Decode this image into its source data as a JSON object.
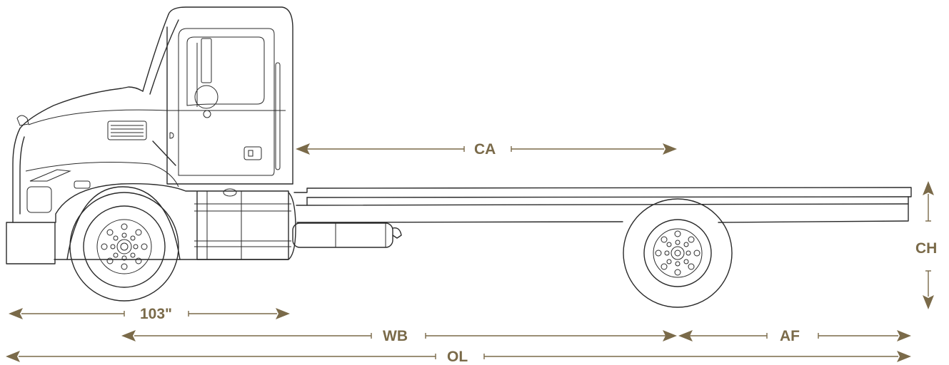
{
  "dimensions": {
    "bbc": "103\"",
    "ca": "CA",
    "wb": "WB",
    "af": "AF",
    "ol": "OL",
    "ch": "CH"
  },
  "colors": {
    "dimension": "#7a6a49",
    "outline": "#2a2a2a",
    "background": "#ffffff"
  }
}
